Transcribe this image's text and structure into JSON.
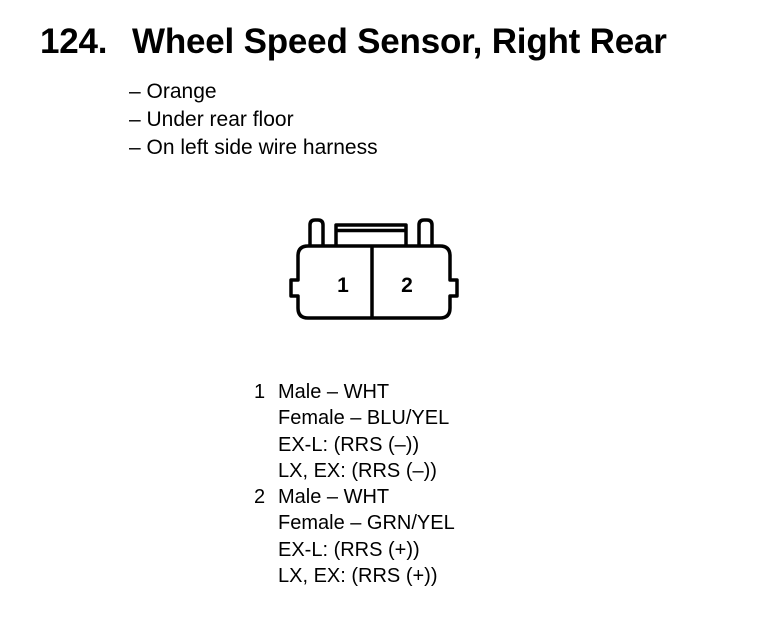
{
  "title": {
    "number": "124.",
    "text": "Wheel Speed Sensor, Right Rear"
  },
  "details": [
    "– Orange",
    "– Under rear floor",
    "– On left side wire harness"
  ],
  "connector": {
    "terminals": [
      "1",
      "2"
    ]
  },
  "pins": [
    {
      "number": "1",
      "lines": [
        "Male – WHT",
        "Female – BLU/YEL",
        "EX-L: (RRS (–))",
        "LX, EX: (RRS (–))"
      ]
    },
    {
      "number": "2",
      "lines": [
        "Male – WHT",
        "Female – GRN/YEL",
        "EX-L: (RRS (+))",
        "LX, EX: (RRS (+))"
      ]
    }
  ]
}
